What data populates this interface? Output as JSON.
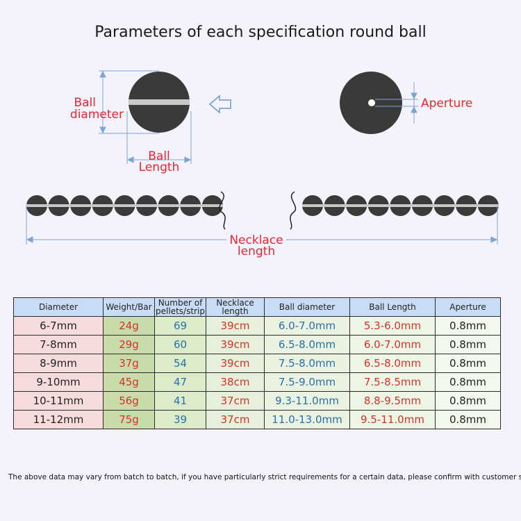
{
  "title": "Parameters of each specification round ball",
  "diagram": {
    "ball_diameter_line1": "Ball",
    "ball_diameter_line2": "diameter",
    "ball_length_line1": "Ball",
    "ball_length_line2": "Length",
    "aperture": "Aperture",
    "necklace_line1": "Necklace",
    "necklace_line2": "length"
  },
  "table": {
    "headers": [
      "Diameter",
      "Weight/Bar",
      "Number of pellets/strip",
      "Necklace length",
      "Ball diameter",
      "Ball Length",
      "Aperture"
    ],
    "header_lines": {
      "h2a": "Number of",
      "h2b": "pellets/strip",
      "h3a": "Necklace",
      "h3b": "length"
    },
    "rows": [
      [
        "6-7mm",
        "24g",
        "69",
        "39cm",
        "6.0-7.0mm",
        "5.3-6.0mm",
        "0.8mm"
      ],
      [
        "7-8mm",
        "29g",
        "60",
        "39cm",
        "6.5-8.0mm",
        "6.0-7.0mm",
        "0.8mm"
      ],
      [
        "8-9mm",
        "37g",
        "54",
        "39cm",
        "7.5-8.0mm",
        "6.5-8.0mm",
        "0.8mm"
      ],
      [
        "9-10mm",
        "45g",
        "47",
        "38cm",
        "7.5-9.0mm",
        "7.5-8.5mm",
        "0.8mm"
      ],
      [
        "10-11mm",
        "56g",
        "41",
        "37cm",
        "9.3-11.0mm",
        "8.8-9.5mm",
        "0.8mm"
      ],
      [
        "11-12mm",
        "75g",
        "39",
        "37cm",
        "11.0-13.0mm",
        "9.5-11.0mm",
        "0.8mm"
      ]
    ]
  },
  "note": "The above data may vary from batch to batch, if you have particularly strict requirements for a certain data, please confirm with customer service",
  "colors": {
    "label_red": "#e8262b",
    "dimension_blue": "#7aa6d6",
    "ball_fill": "#3a3a3a"
  }
}
